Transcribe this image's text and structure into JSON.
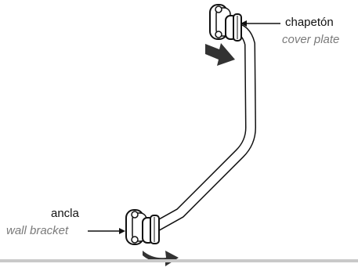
{
  "labels": {
    "top_primary": "chapetón",
    "top_secondary": "cover plate",
    "bottom_primary": "ancla",
    "bottom_secondary": "wall bracket"
  },
  "colors": {
    "line": "#111111",
    "secondary_text": "#7a7a7a",
    "arrow": "#333333",
    "baseline": "#c9c9c9"
  }
}
